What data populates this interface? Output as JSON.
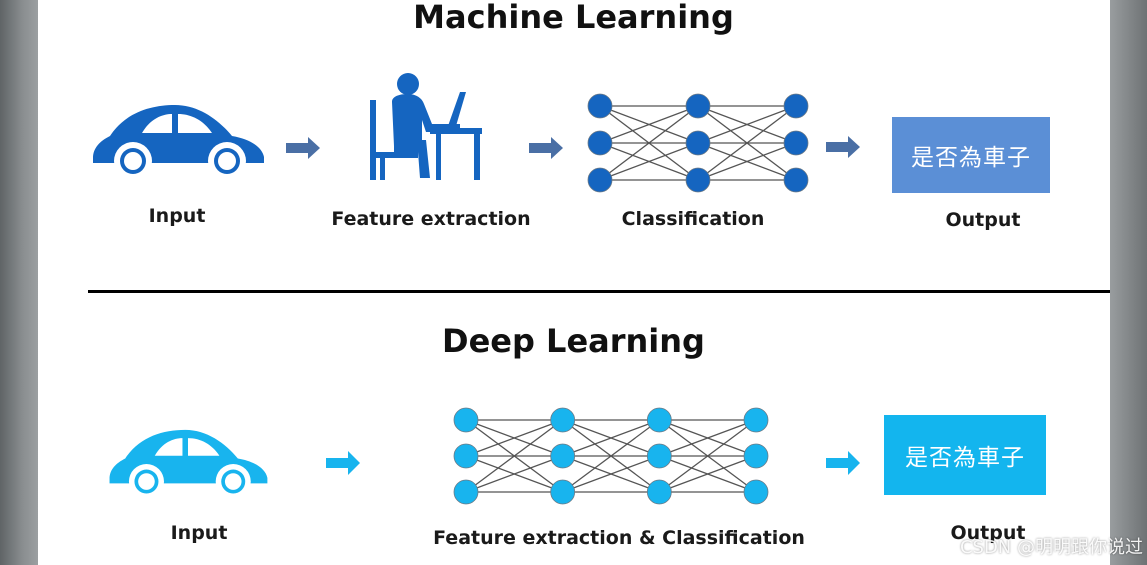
{
  "machine_learning": {
    "title": "Machine Learning",
    "labels": {
      "input": "Input",
      "feature_extraction": "Feature extraction",
      "classification": "Classification",
      "output": "Output"
    },
    "output_text": "是否為車子",
    "colors": {
      "primary": "#1565c0",
      "arrow": "#4a6fa5",
      "node": "#1565c0",
      "output_box": "#5b8fd6"
    },
    "network_layers": [
      3,
      3,
      3
    ]
  },
  "deep_learning": {
    "title": "Deep Learning",
    "labels": {
      "input": "Input",
      "feature_extraction_classification": "Feature extraction & Classification",
      "output": "Output"
    },
    "output_text": "是否為車子",
    "colors": {
      "primary": "#18b4ee",
      "arrow": "#18b4ee",
      "node": "#18b4ee",
      "output_box": "#13b5ee"
    },
    "network_layers": [
      3,
      3,
      3,
      3
    ]
  },
  "watermark": "CSDN @明明跟你说过",
  "icons": [
    "car-icon",
    "person-at-computer-icon",
    "arrow-right-icon",
    "neural-network-icon"
  ]
}
